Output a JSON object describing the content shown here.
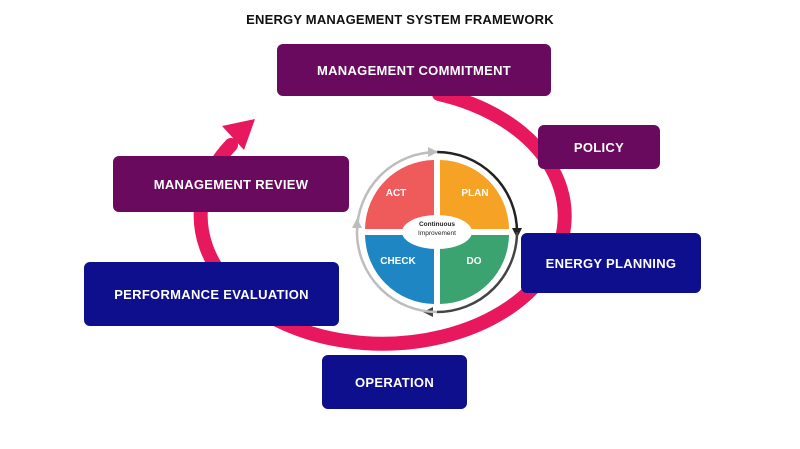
{
  "title": "ENERGY MANAGEMENT SYSTEM FRAMEWORK",
  "stages": [
    {
      "id": "management-commitment",
      "label": "MANAGEMENT COMMITMENT"
    },
    {
      "id": "policy",
      "label": "POLICY"
    },
    {
      "id": "energy-planning",
      "label": "ENERGY PLANNING"
    },
    {
      "id": "operation",
      "label": "OPERATION"
    },
    {
      "id": "performance-evaluation",
      "label": "PERFORMANCE EVALUATION"
    },
    {
      "id": "management-review",
      "label": "MANAGEMENT REVIEW"
    }
  ],
  "pdca": {
    "center": "Continuous Improvement",
    "quadrants": [
      {
        "label": "ACT",
        "color": "#ef5a5a"
      },
      {
        "label": "PLAN",
        "color": "#f5a225"
      },
      {
        "label": "CHECK",
        "color": "#1f86c4"
      },
      {
        "label": "DO",
        "color": "#3ba36f"
      }
    ]
  },
  "colors": {
    "stage_purple": "#6a0a5f",
    "stage_navy": "#0e0f8c",
    "cycle_ring": "#e8185f",
    "pdca_arrow_dark": "#222222",
    "pdca_arrow_light": "#bdbdbd"
  }
}
